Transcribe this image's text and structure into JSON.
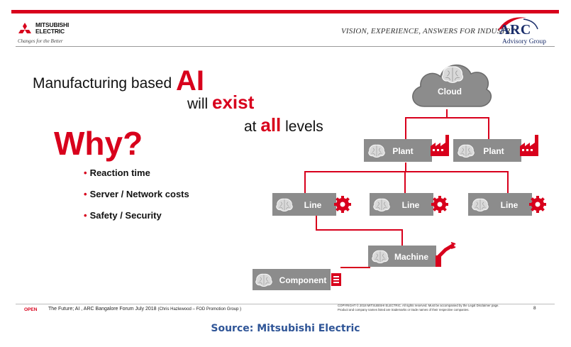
{
  "header": {
    "brand_name": "MITSUBISHI\nELECTRIC",
    "brand_tagline": "Changes for the Better",
    "vision_text": "VISION, EXPERIENCE, ANSWERS FOR INDUSTRY",
    "arc_logo_main": "ARC",
    "arc_logo_sub": "Advisory Group"
  },
  "headline": {
    "line1_prefix": "Manufacturing based ",
    "line1_emphasis": "AI",
    "line2_prefix": "will ",
    "line2_emphasis": "exist",
    "line3_prefix": "at ",
    "line3_emphasis": "all",
    "line3_suffix": " levels"
  },
  "why": "Why?",
  "bullets": [
    {
      "marker": "•",
      "text": "Reaction time"
    },
    {
      "marker": "•",
      "text": "Server / Network costs"
    },
    {
      "marker": "•",
      "text": "Safety / Security"
    }
  ],
  "diagram": {
    "cloud_label": "Cloud",
    "plants": [
      "Plant",
      "Plant"
    ],
    "lines": [
      "Line",
      "Line",
      "Line"
    ],
    "machine_label": "Machine",
    "component_label": "Component",
    "colors": {
      "connector": "#d8001c",
      "node": "#8c8c8c",
      "node_dark": "#777777",
      "accent": "#d8001c"
    },
    "icons": {
      "node": "brain-icon",
      "plant": "factory-icon",
      "line": "gear-icon",
      "machine": "robot-arm-icon",
      "component": "sensor-icon"
    }
  },
  "footer": {
    "open_label": "OPEN",
    "title": "The Future; AI , ARC Bangalore Forum July 2018 ",
    "credit": "(Chris Hazlewood – FOD Promotion Group )",
    "copyright": "COPYRIGHT © 2018 MITSUBISHI ELECTRIC. All rights reserved. Must be accompanied by the Legal Disclaimer page.\nProduct and company names listed are trademarks or trade names of their respective companies.",
    "page_number": "8"
  },
  "source": "Source: Mitsubishi Electric"
}
